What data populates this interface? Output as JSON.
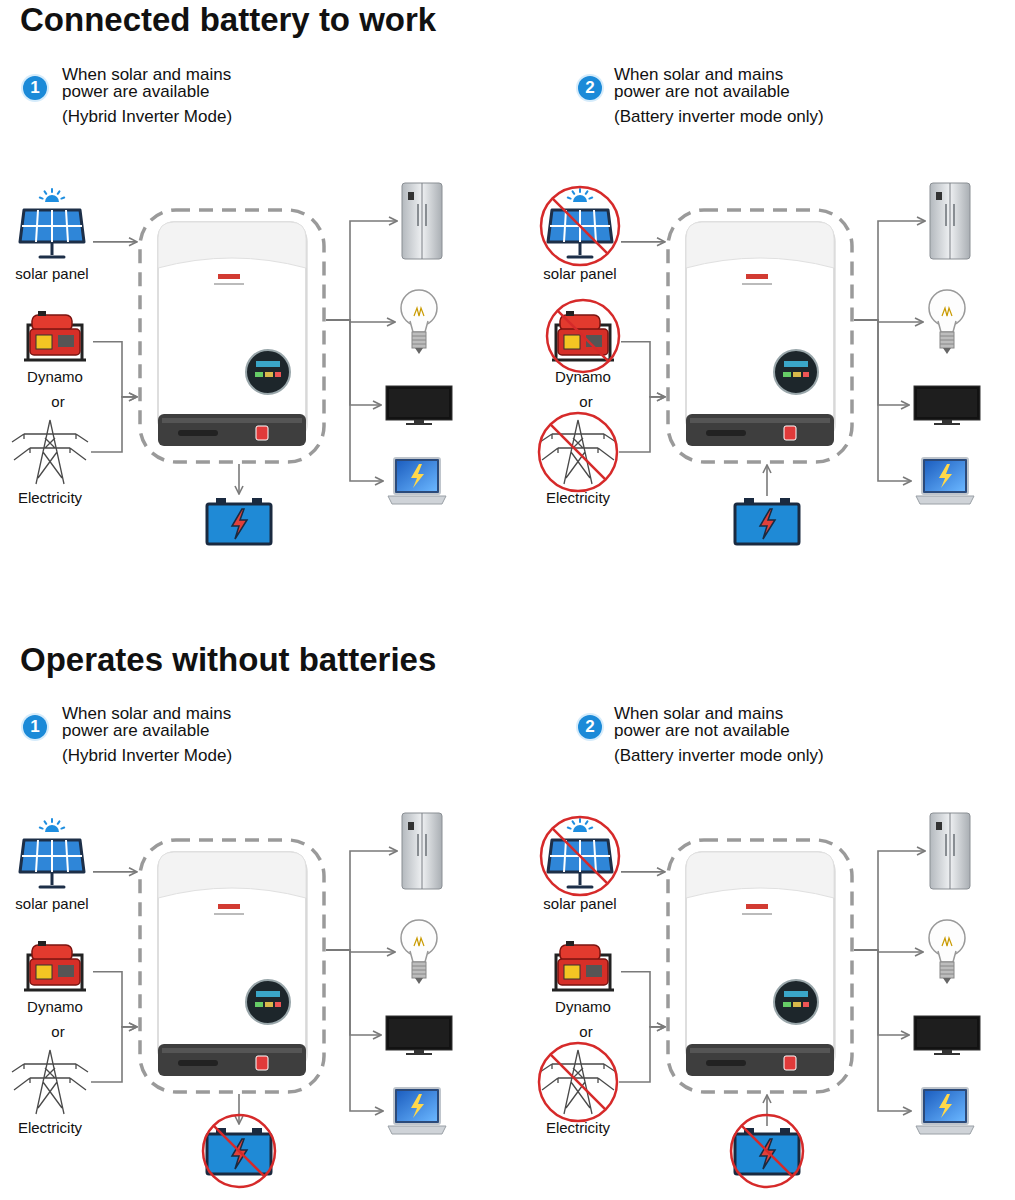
{
  "diagram": {
    "nodes": [
      {
        "text": [
          "solar panel"
        ]
      },
      {
        "text": [
          "Dynamo"
        ]
      },
      {
        "text": [
          "Electricity"
        ]
      },
      {
        "text": []
      },
      {
        "text": []
      },
      {
        "text": []
      },
      {
        "text": []
      },
      {
        "text": []
      },
      {
        "text": []
      },
      {
        "text": [
          "solar panel"
        ]
      },
      {
        "text": [
          "Dynamo"
        ]
      },
      {
        "text": [
          "Electricity"
        ]
      },
      {
        "text": []
      },
      {
        "text": []
      },
      {
        "text": []
      },
      {
        "text": []
      },
      {
        "text": []
      },
      {
        "text": []
      },
      {
        "text": [
          "solar panel"
        ]
      },
      {
        "text": [
          "Dynamo"
        ]
      },
      {
        "text": [
          "Electricity"
        ]
      },
      {
        "text": []
      },
      {
        "text": []
      },
      {
        "text": []
      },
      {
        "text": []
      },
      {
        "text": []
      },
      {
        "text": []
      },
      {
        "text": [
          "solar panel"
        ]
      },
      {
        "text": [
          "Dynamo"
        ]
      },
      {
        "text": [
          "Electricity"
        ]
      },
      {
        "text": []
      },
      {
        "text": []
      },
      {
        "text": []
      },
      {
        "text": []
      },
      {
        "text": []
      },
      {
        "text": []
      }
    ],
    "edges": [
      {
        "from": 0,
        "to": 3,
        "arrow": "to"
      },
      {
        "from": 1,
        "to": 3,
        "arrow": "to"
      },
      {
        "from": 2,
        "to": 3,
        "arrow": "to"
      },
      {
        "from": 3,
        "to": 5,
        "arrow": "to"
      },
      {
        "from": 3,
        "to": 6,
        "arrow": "to"
      },
      {
        "from": 3,
        "to": 7,
        "arrow": "to"
      },
      {
        "from": 3,
        "to": 8,
        "arrow": "to"
      },
      {
        "from": 3,
        "to": 4,
        "arrow": "to"
      },
      {
        "from": 9,
        "to": 12,
        "arrow": "to"
      },
      {
        "from": 10,
        "to": 12,
        "arrow": "to"
      },
      {
        "from": 11,
        "to": 12,
        "arrow": "to"
      },
      {
        "from": 12,
        "to": 14,
        "arrow": "to"
      },
      {
        "from": 12,
        "to": 15,
        "arrow": "to"
      },
      {
        "from": 12,
        "to": 16,
        "arrow": "to"
      },
      {
        "from": 12,
        "to": 17,
        "arrow": "to"
      },
      {
        "from": 13,
        "to": 12,
        "arrow": "to"
      },
      {
        "from": 18,
        "to": 21,
        "arrow": "to"
      },
      {
        "from": 19,
        "to": 21,
        "arrow": "to"
      },
      {
        "from": 20,
        "to": 21,
        "arrow": "to"
      },
      {
        "from": 21,
        "to": 23,
        "arrow": "to"
      },
      {
        "from": 21,
        "to": 24,
        "arrow": "to"
      },
      {
        "from": 21,
        "to": 25,
        "arrow": "to"
      },
      {
        "from": 21,
        "to": 26,
        "arrow": "to"
      },
      {
        "from": 21,
        "to": 22,
        "arrow": "to"
      },
      {
        "from": 27,
        "to": 30,
        "arrow": "to"
      },
      {
        "from": 28,
        "to": 30,
        "arrow": "to"
      },
      {
        "from": 29,
        "to": 30,
        "arrow": "to"
      },
      {
        "from": 30,
        "to": 32,
        "arrow": "to"
      },
      {
        "from": 30,
        "to": 33,
        "arrow": "to"
      },
      {
        "from": 30,
        "to": 34,
        "arrow": "to"
      },
      {
        "from": 30,
        "to": 35,
        "arrow": "to"
      },
      {
        "from": 31,
        "to": 30,
        "arrow": "to"
      }
    ],
    "labels": [
      "Connected battery to work",
      "1",
      "When solar and mains power are available",
      "(Hybrid Inverter Mode)",
      "2",
      "When solar and mains power are not available",
      "(Battery inverter mode only)",
      "or",
      "or",
      "Operates without batteries",
      "1",
      "When solar and mains power are available",
      "(Hybrid Inverter Mode)",
      "2",
      "When solar and mains power are not available",
      "(Battery inverter mode only)",
      "or",
      "or"
    ]
  }
}
